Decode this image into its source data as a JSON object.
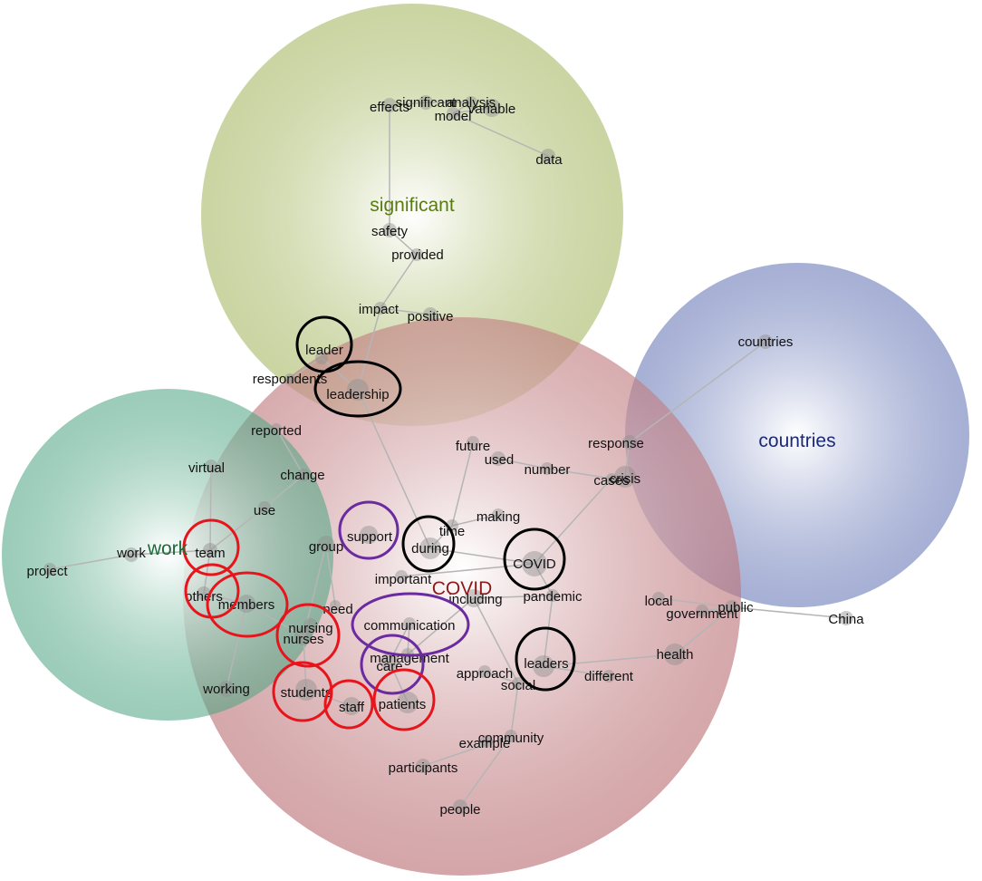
{
  "themes": [
    {
      "id": "significant",
      "label": "significant",
      "color": "#8aa63c",
      "label_color": "#5a7a14"
    },
    {
      "id": "countries",
      "label": "countries",
      "color": "#4a5ea8",
      "label_color": "#1c2a78"
    },
    {
      "id": "covid",
      "label": "COVID",
      "color": "#b5494f",
      "label_color": "#8c1a1a"
    },
    {
      "id": "work",
      "label": "work",
      "color": "#2f9a6e",
      "label_color": "#1b6b3a"
    }
  ],
  "concepts": [
    "effects",
    "significant",
    "analysis",
    "model",
    "variable",
    "data",
    "safety",
    "provided",
    "impact",
    "positive",
    "leader",
    "respondents",
    "leadership",
    "countries",
    "response",
    "crisis",
    "cases",
    "number",
    "used",
    "future",
    "reported",
    "change",
    "virtual",
    "use",
    "work",
    "project",
    "team",
    "others",
    "members",
    "group",
    "support",
    "during",
    "time",
    "making",
    "COVID",
    "important",
    "including",
    "pandemic",
    "need",
    "nursing",
    "nurses",
    "communication",
    "management",
    "care",
    "local",
    "public",
    "government",
    "China",
    "health",
    "different",
    "leaders",
    "approach",
    "social",
    "working",
    "students",
    "staff",
    "patients",
    "community",
    "example",
    "participants",
    "people"
  ],
  "highlight_colors": {
    "black": "#000000",
    "red": "#e8141b",
    "purple": "#6a2aa0"
  }
}
